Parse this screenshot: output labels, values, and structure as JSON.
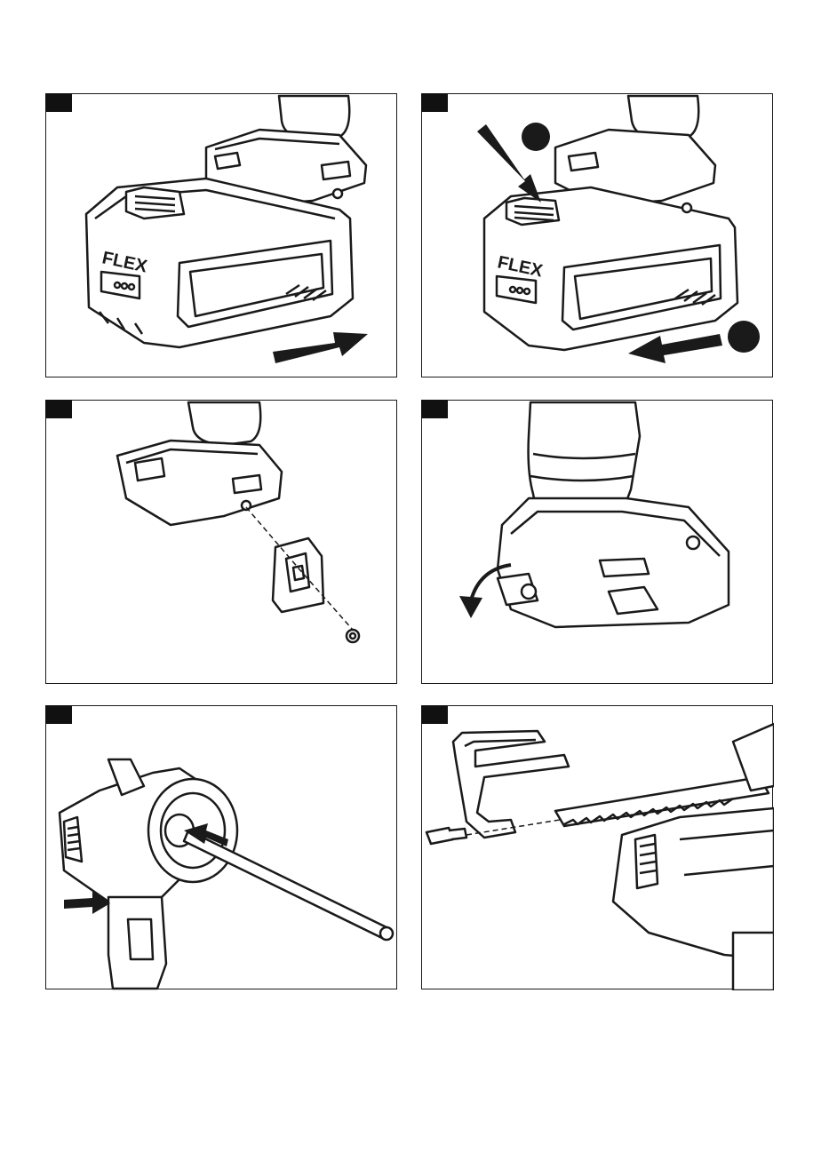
{
  "brand": {
    "logo_text": "FLEX"
  },
  "panels": [
    {
      "id": "battery-release",
      "tag": ""
    },
    {
      "id": "battery-insert",
      "tag": ""
    },
    {
      "id": "belt-clip-mount",
      "tag": ""
    },
    {
      "id": "lever-rotate",
      "tag": ""
    },
    {
      "id": "rod-insert",
      "tag": ""
    },
    {
      "id": "blade-guide-assembly",
      "tag": ""
    }
  ],
  "colors": {
    "line": "#1a1a1a",
    "fill": "#ffffff",
    "tag": "#111111"
  },
  "icons": [
    "arrow-right-icon",
    "arrow-down-icon",
    "arrow-left-icon",
    "rotate-arrow-icon",
    "screw-icon"
  ]
}
